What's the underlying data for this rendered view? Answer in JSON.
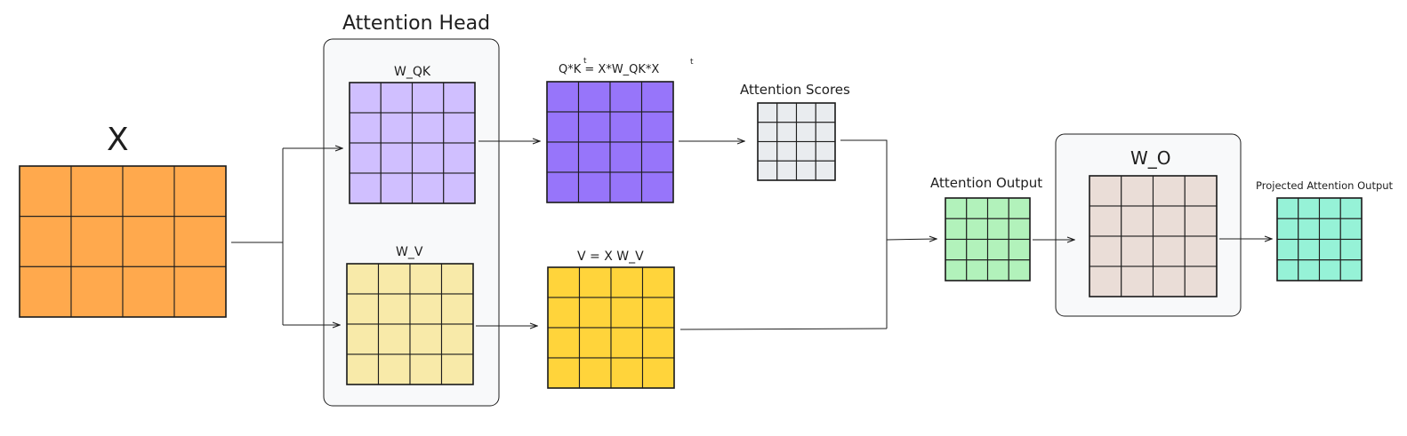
{
  "labels": {
    "x": "X",
    "attention_head": "Attention Head",
    "w_qk": "W_QK",
    "qk_formula": "Q*K = X*W_QK*X",
    "qk_sup": "t",
    "w_v": "W_V",
    "v_formula": "V = X W_V",
    "attention_scores": "Attention Scores",
    "attention_output": "Attention Output",
    "w_o": "W_O",
    "projected_output": "Projected Attention Output"
  },
  "colors": {
    "x": "#ffa94d",
    "w_qk": "#d0bfff",
    "qk": "#9775fa",
    "w_v": "#f8eaa9",
    "v": "#ffd43b",
    "scores": "#e9ecef",
    "output": "#b2f2bb",
    "w_o": "#eaddd7",
    "projected": "#96f2d7",
    "box_bg": "#f8f9fa",
    "stroke": "#1e1e1e"
  },
  "matrices": {
    "x": {
      "rows": 3,
      "cols": 4
    },
    "w_qk": {
      "rows": 4,
      "cols": 4
    },
    "qk": {
      "rows": 4,
      "cols": 4
    },
    "w_v": {
      "rows": 4,
      "cols": 4
    },
    "v": {
      "rows": 4,
      "cols": 4
    },
    "scores": {
      "rows": 4,
      "cols": 4
    },
    "output": {
      "rows": 4,
      "cols": 4
    },
    "w_o": {
      "rows": 4,
      "cols": 4
    },
    "projected": {
      "rows": 4,
      "cols": 4
    }
  }
}
